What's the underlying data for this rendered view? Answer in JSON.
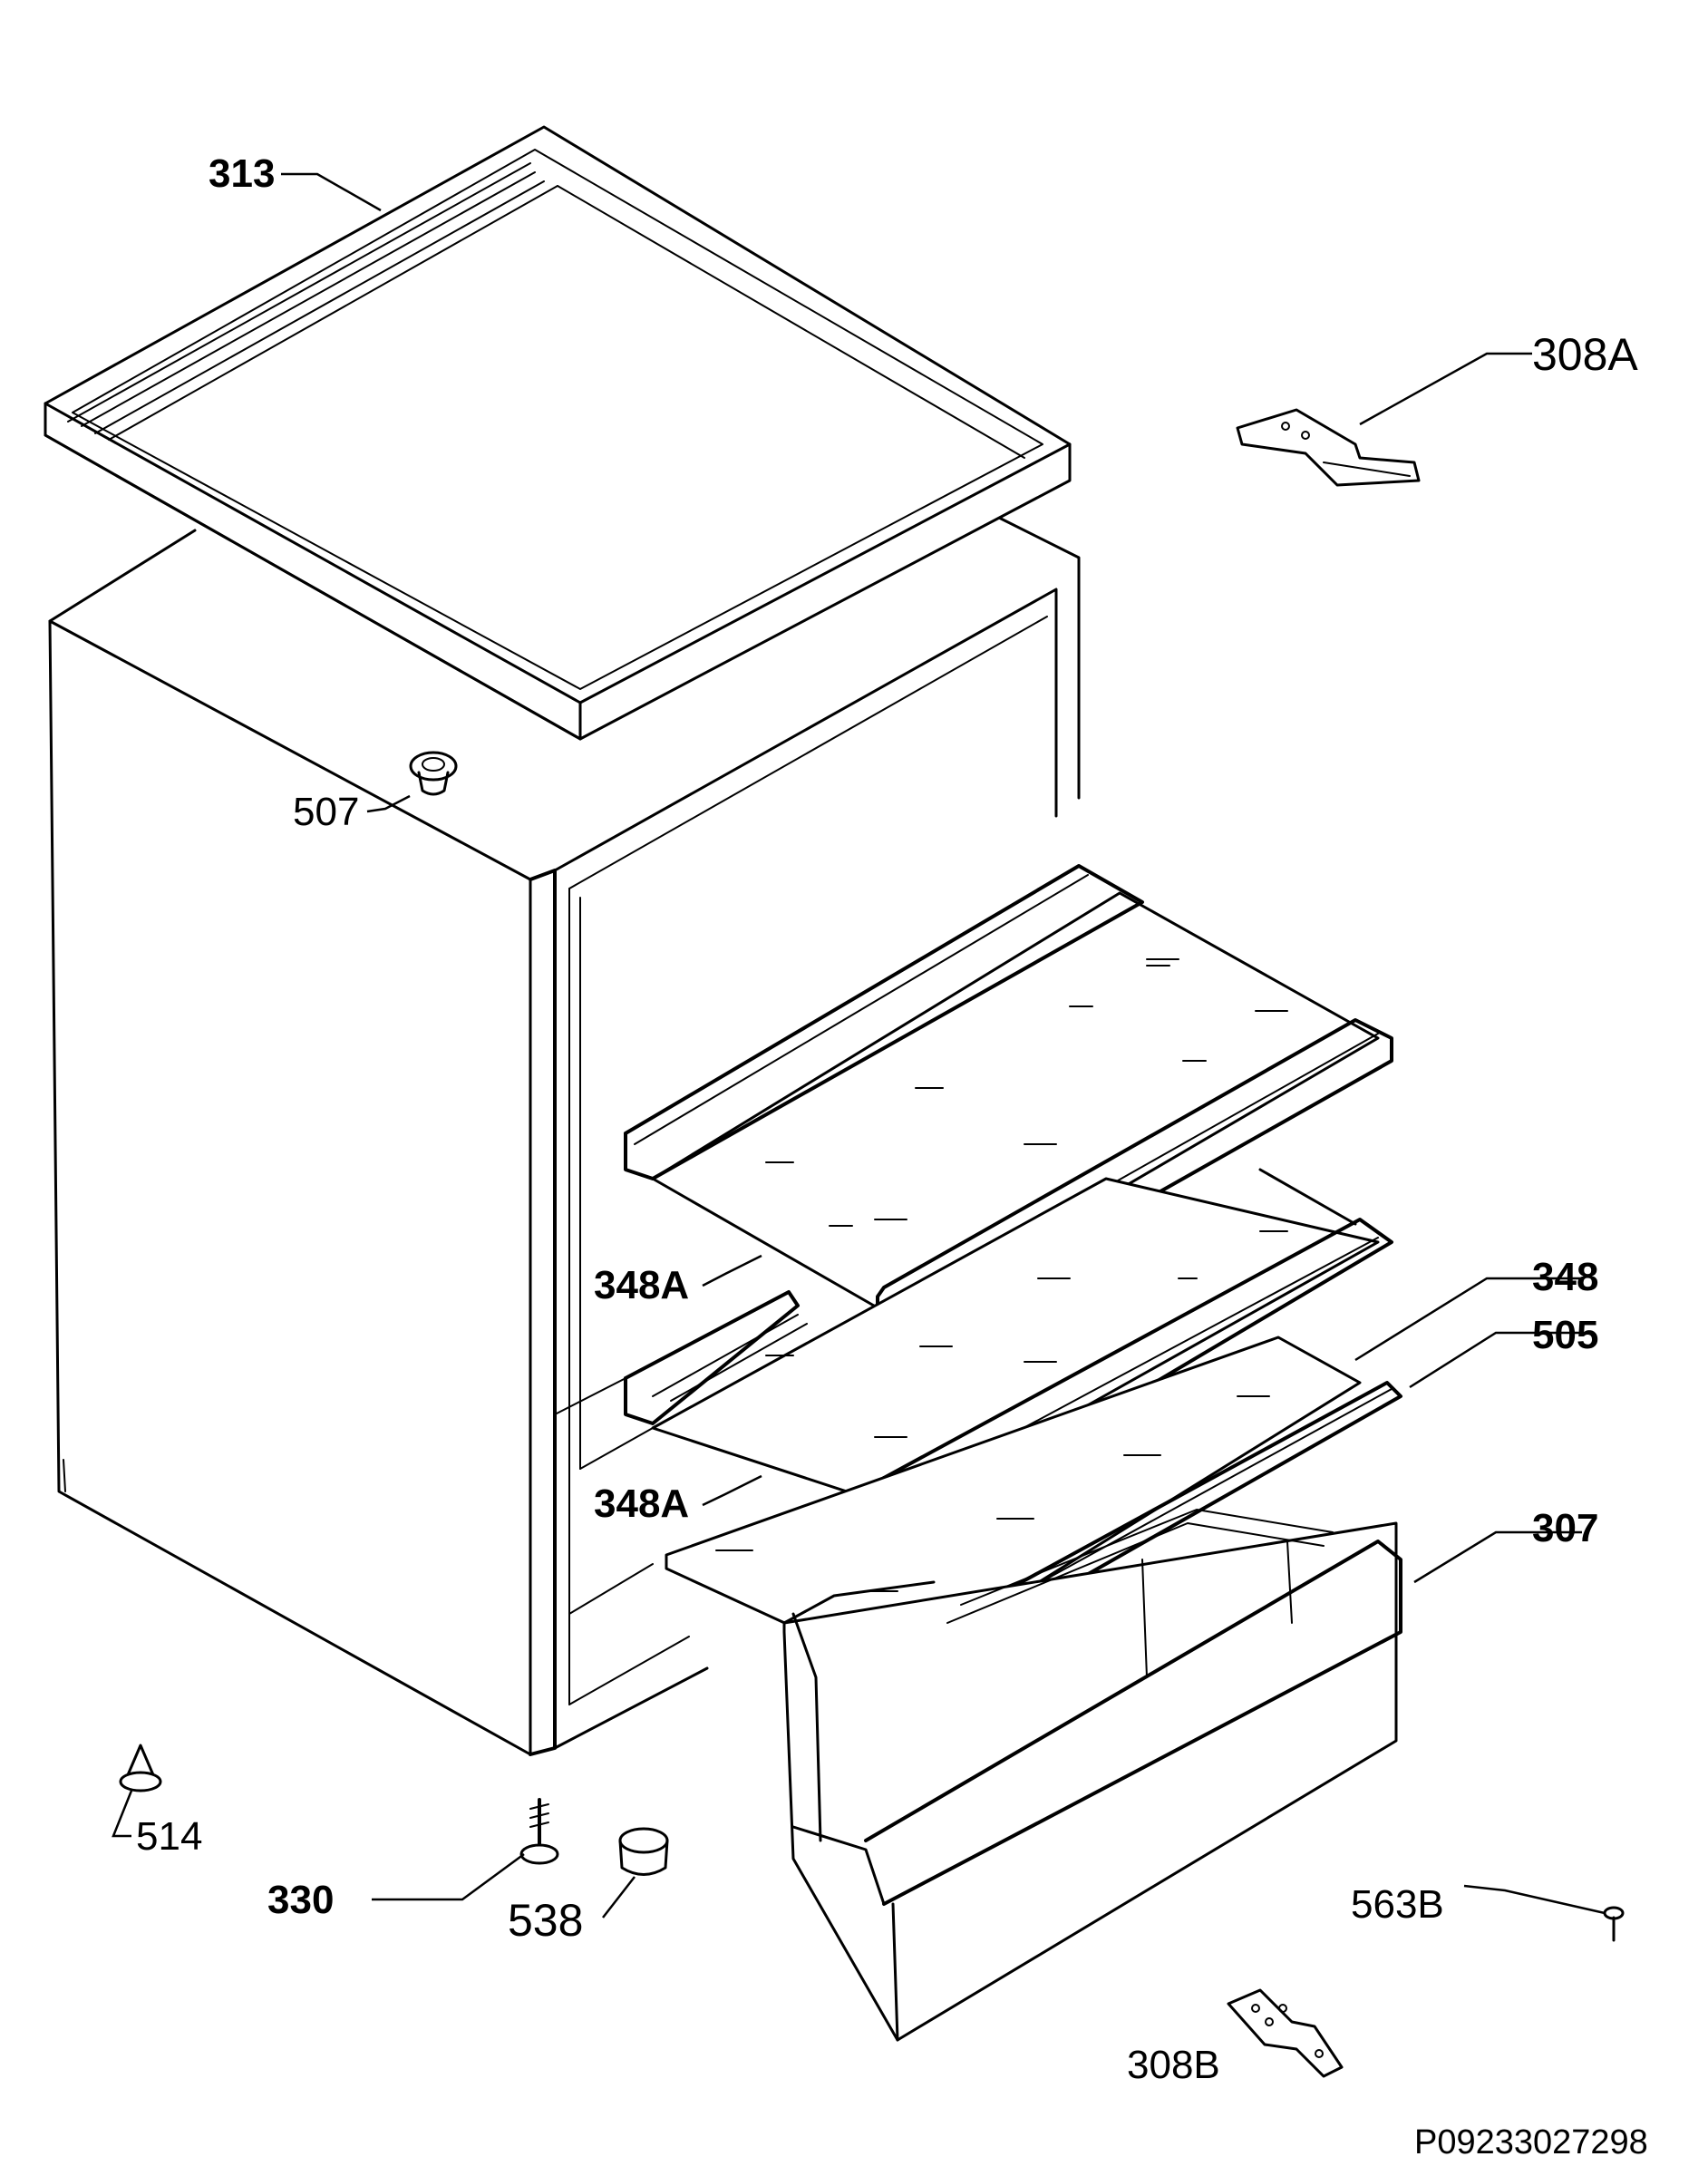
{
  "drawing_number": "P09233027298",
  "parts": [
    {
      "id": "313",
      "label": "313",
      "component": "top-cover"
    },
    {
      "id": "308A",
      "label": "308A",
      "component": "upper-hinge"
    },
    {
      "id": "507",
      "label": "507",
      "component": "plug-cap"
    },
    {
      "id": "348A-upper",
      "label": "348A",
      "component": "glass-shelf-upper"
    },
    {
      "id": "348A-lower",
      "label": "348A",
      "component": "glass-shelf-middle"
    },
    {
      "id": "348",
      "label": "348",
      "component": "glass-plate"
    },
    {
      "id": "505",
      "label": "505",
      "component": "shelf-trim-strip"
    },
    {
      "id": "307",
      "label": "307",
      "component": "crisper-drawer"
    },
    {
      "id": "514",
      "label": "514",
      "component": "spacer-clip"
    },
    {
      "id": "330",
      "label": "330",
      "component": "adjustable-foot"
    },
    {
      "id": "538",
      "label": "538",
      "component": "foot-cap"
    },
    {
      "id": "563B",
      "label": "563B",
      "component": "screw"
    },
    {
      "id": "308B",
      "label": "308B",
      "component": "lower-hinge"
    }
  ],
  "colors": {
    "line": "#000000",
    "background": "#ffffff"
  }
}
